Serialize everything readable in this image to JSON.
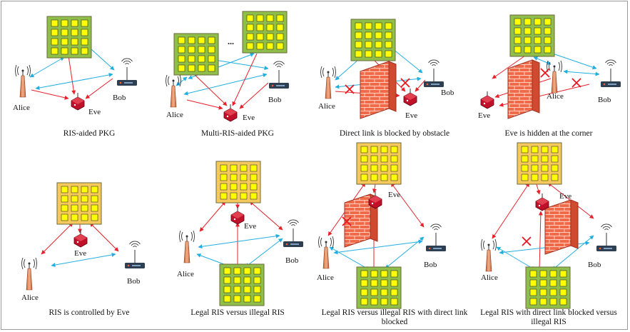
{
  "panels": [
    {
      "caption": "RIS-aided PKG",
      "labels": {
        "alice": "Alice",
        "bob": "Bob",
        "eve": "Eve"
      },
      "ellipsis": "",
      "surfaces": [
        {
          "kind": "legal-ris-green"
        }
      ]
    },
    {
      "caption": "Multi-RIS-aided PKG",
      "labels": {
        "alice": "Alice",
        "bob": "Bob",
        "eve": "Eve"
      },
      "ellipsis": "...",
      "surfaces": [
        {
          "kind": "legal-ris-green"
        },
        {
          "kind": "legal-ris-green"
        }
      ]
    },
    {
      "caption": "Direct link is blocked by obstacle",
      "labels": {
        "alice": "Alice",
        "bob": "Bob",
        "eve": "Eve"
      },
      "ellipsis": "",
      "obstacle": "brick-wall",
      "blocked_marks": 2
    },
    {
      "caption": "Eve is hidden at the corner",
      "labels": {
        "alice": "Alice",
        "bob": "Bob",
        "eve": "Eve"
      },
      "ellipsis": "",
      "obstacle": "brick-wall-corner",
      "blocked_marks": 2
    },
    {
      "caption": "RIS is controlled by Eve",
      "labels": {
        "alice": "Alice",
        "bob": "Bob",
        "eve": "Eve"
      },
      "ellipsis": "",
      "surfaces": [
        {
          "kind": "illegal-ris-orange"
        }
      ]
    },
    {
      "caption": "Legal RIS versus illegal RIS",
      "labels": {
        "alice": "Alice",
        "bob": "Bob",
        "eve": "Eve"
      },
      "ellipsis": ""
    },
    {
      "caption": "Legal RIS versus illegal RIS with direct link blocked",
      "labels": {
        "alice": "Alice",
        "bob": "Bob",
        "eve": "Eve"
      },
      "ellipsis": "",
      "obstacle": "brick-wall",
      "blocked_marks": 1
    },
    {
      "caption": "Legal RIS with direct link blocked versus illegal RIS",
      "labels": {
        "alice": "Alice",
        "bob": "Bob",
        "eve": "Eve"
      },
      "ellipsis": "",
      "obstacle": "brick-wall",
      "blocked_marks": 1
    }
  ],
  "colors": {
    "legal_ris_fill": "#8fbf4a",
    "illegal_ris_fill": "#f7c95c",
    "ris_element": "#ffff00",
    "reflected_link": "#22aee0",
    "eavesdrop_link": "#e8202a",
    "wall": "#f06a4a",
    "eve_device": "#c0102a",
    "alice_antenna": "#e8956a",
    "bob_router": "#2e3f52"
  }
}
